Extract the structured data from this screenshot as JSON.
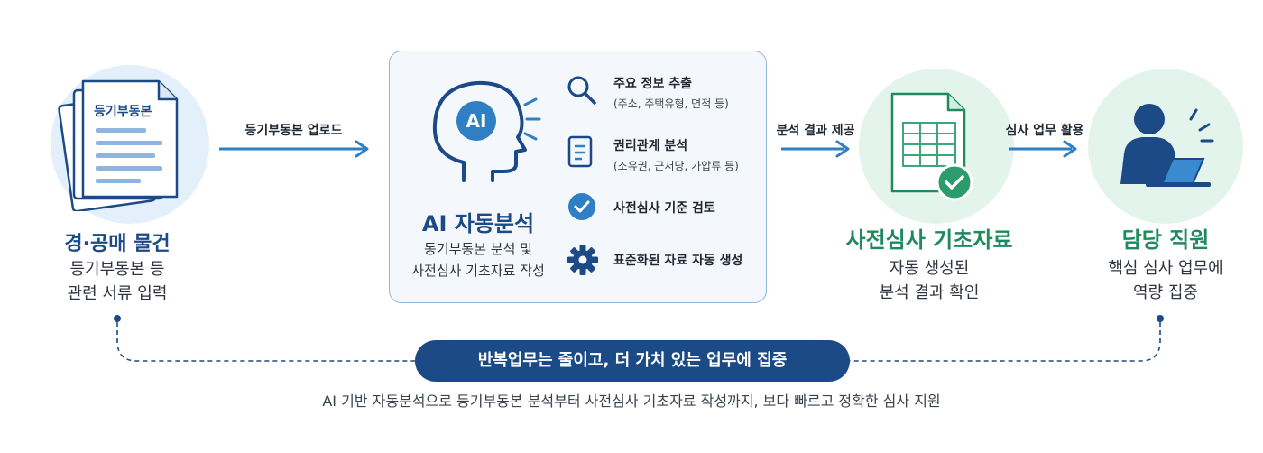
{
  "stage1": {
    "doc_label": "등기부동본",
    "title": "경·공매 물건",
    "subtitle_line1": "등기부동본 등",
    "subtitle_line2": "관련 서류 입력"
  },
  "arrow1_label": "등기부동본 업로드",
  "ai_box": {
    "badge": "AI",
    "title": "AI 자동분석",
    "subtitle_line1": "동기부동본 분석 및",
    "subtitle_line2": "사전심사 기초자료 작성",
    "features": [
      {
        "icon": "search-icon",
        "title": "주요 정보 추출",
        "sub": "(주소, 주택유형, 면적 등)"
      },
      {
        "icon": "document-icon",
        "title": "권리관계 분석",
        "sub": "(소유권, 근저당, 가압류 등)"
      },
      {
        "icon": "check-circle-icon",
        "title": "사전심사 기준 검토",
        "sub": ""
      },
      {
        "icon": "gear-icon",
        "title": "표준화된 자료 자동 생성",
        "sub": ""
      }
    ]
  },
  "arrow2_label": "분석 결과 제공",
  "stage3": {
    "title": "사전심사 기초자료",
    "subtitle_line1": "자동 생성된",
    "subtitle_line2": "분석 결과 확인"
  },
  "arrow3_label": "심사 업무 활용",
  "stage4": {
    "title": "담당 직원",
    "subtitle_line1": "핵심 심사 업무에",
    "subtitle_line2": "역량 집중"
  },
  "banner": "반복업무는 줄이고, 더 가치 있는 업무에 집중",
  "footer": "AI 기반 자동분석으로 등기부동본 분석부터 사전심사 기초자료 작성까지, 보다 빠르고 정확한 심사 지원",
  "colors": {
    "navy": "#1b4a86",
    "blue": "#2f7fc4",
    "green": "#1e8a5e",
    "light_blue": "#e3effa",
    "light_green": "#e2f4ec"
  }
}
